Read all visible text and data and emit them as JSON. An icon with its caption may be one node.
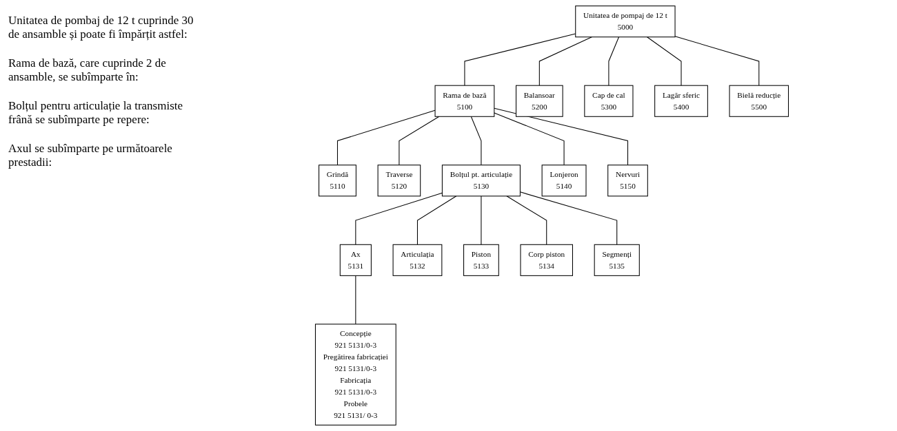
{
  "diagram": {
    "nodes": [
      {
        "text": [
          "Unitatea de pompaj de 12 t",
          "5000"
        ]
      },
      {
        "text": [
          "Rama de bază",
          "5100"
        ]
      },
      {
        "text": [
          "Balansoar",
          "5200"
        ]
      },
      {
        "text": [
          "Cap de cal",
          "5300"
        ]
      },
      {
        "text": [
          "Lagăr sferic",
          "5400"
        ]
      },
      {
        "text": [
          "Bielă reducție",
          "5500"
        ]
      },
      {
        "text": [
          "Grindă",
          "5110"
        ]
      },
      {
        "text": [
          "Traverse",
          "5120"
        ]
      },
      {
        "text": [
          "Bolțul pt. articulație",
          "5130"
        ]
      },
      {
        "text": [
          "Lonjeron",
          "5140"
        ]
      },
      {
        "text": [
          "Nervuri",
          "5150"
        ]
      },
      {
        "text": [
          "Ax",
          "5131"
        ]
      },
      {
        "text": [
          "Articulația",
          "5132"
        ]
      },
      {
        "text": [
          "Piston",
          "5133"
        ]
      },
      {
        "text": [
          "Corp piston",
          "5134"
        ]
      },
      {
        "text": [
          "Segmenți",
          "5135"
        ]
      },
      {
        "text": [
          "Concepție",
          "921 5131/0-3",
          "Pregătirea fabricației",
          "921 5131/0-3",
          "Fabricația",
          "921 5131/0-3",
          "Probele",
          "921 5131/ 0-3"
        ]
      }
    ],
    "edges": [
      {
        "from": 0,
        "to": 1,
        "arrow": "none"
      },
      {
        "from": 0,
        "to": 2,
        "arrow": "none"
      },
      {
        "from": 0,
        "to": 3,
        "arrow": "none"
      },
      {
        "from": 0,
        "to": 4,
        "arrow": "none"
      },
      {
        "from": 0,
        "to": 5,
        "arrow": "none"
      },
      {
        "from": 1,
        "to": 6,
        "arrow": "none"
      },
      {
        "from": 1,
        "to": 7,
        "arrow": "none"
      },
      {
        "from": 1,
        "to": 8,
        "arrow": "none"
      },
      {
        "from": 1,
        "to": 9,
        "arrow": "none"
      },
      {
        "from": 1,
        "to": 10,
        "arrow": "none"
      },
      {
        "from": 8,
        "to": 11,
        "arrow": "none"
      },
      {
        "from": 8,
        "to": 12,
        "arrow": "none"
      },
      {
        "from": 8,
        "to": 13,
        "arrow": "none"
      },
      {
        "from": 8,
        "to": 14,
        "arrow": "none"
      },
      {
        "from": 8,
        "to": 15,
        "arrow": "none"
      },
      {
        "from": 11,
        "to": 16,
        "arrow": "none"
      }
    ],
    "labels": [
      "Unitatea de pombaj de 12 t cuprinde 30 de ansamble și poate fi împărțit astfel:",
      "Rama de bază, care cuprinde 2 de ansamble, se subîmparte în:",
      "Bolțul pentru articulație la transmiste frână se subîmparte pe repere:",
      "Axul se subîmparte pe următoarele prestadii:"
    ]
  }
}
